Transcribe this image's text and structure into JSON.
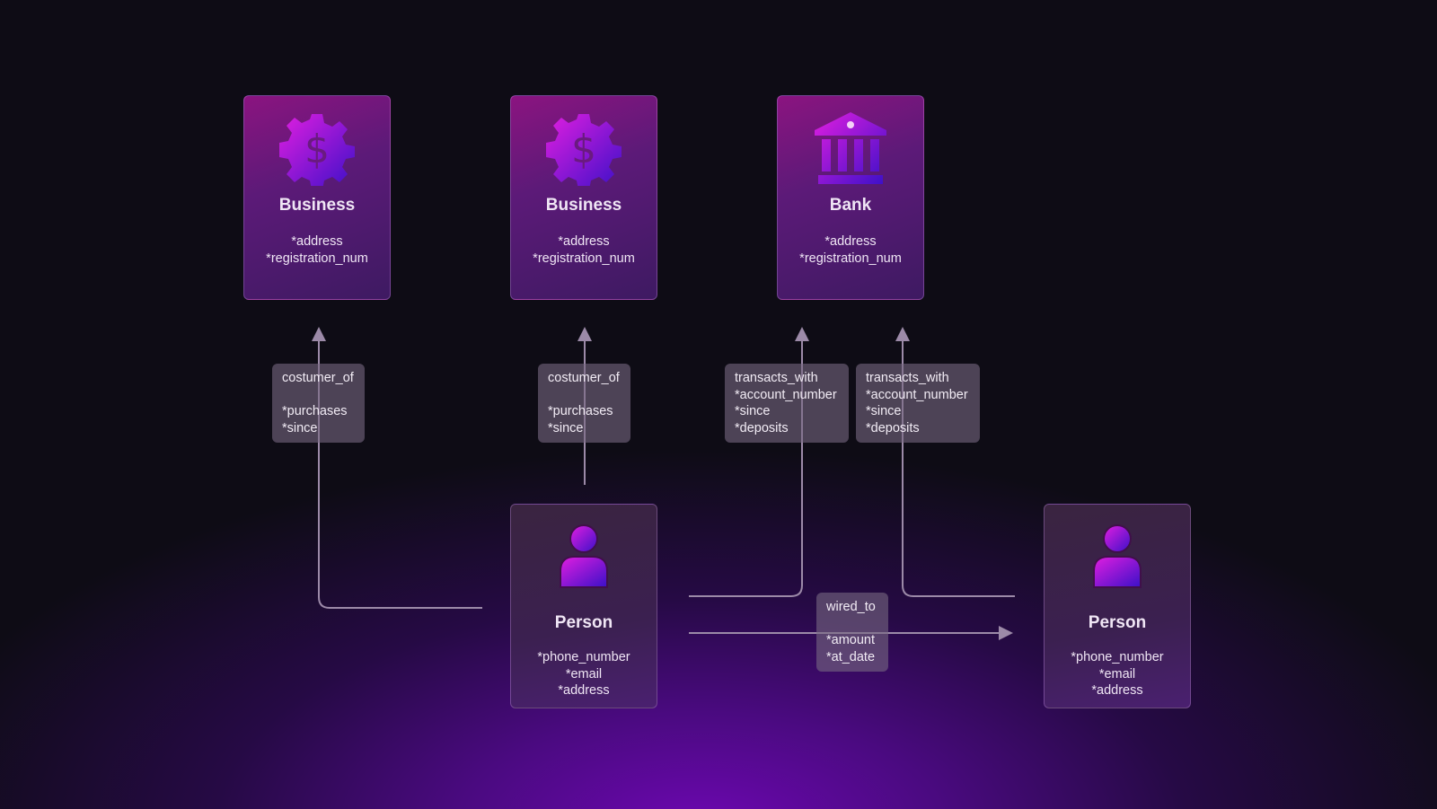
{
  "nodes": [
    {
      "type": "Business",
      "icon": "gear-dollar-icon",
      "props": [
        "*address",
        "*registration_num"
      ]
    },
    {
      "type": "Business",
      "icon": "gear-dollar-icon",
      "props": [
        "*address",
        "*registration_num"
      ]
    },
    {
      "type": "Bank",
      "icon": "bank-icon",
      "props": [
        "*address",
        "*registration_num"
      ]
    },
    {
      "type": "Person",
      "icon": "person-icon",
      "props": [
        "*phone_number",
        "*email",
        "*address"
      ]
    },
    {
      "type": "Person",
      "icon": "person-icon",
      "props": [
        "*phone_number",
        "*email",
        "*address"
      ]
    }
  ],
  "edges": [
    {
      "label": "costumer_of",
      "props": [
        "*purchases",
        "*since"
      ]
    },
    {
      "label": "costumer_of",
      "props": [
        "*purchases",
        "*since"
      ]
    },
    {
      "label": "transacts_with",
      "props": [
        "*account_number",
        "*since",
        "*deposits"
      ]
    },
    {
      "label": "transacts_with",
      "props": [
        "*account_number",
        "*since",
        "*deposits"
      ]
    },
    {
      "label": "wired_to",
      "props": [
        "*amount",
        "*at_date"
      ]
    }
  ],
  "colors": {
    "background": "#0e0c15",
    "glow": "#6c07b0",
    "line": "#9c8aa8",
    "icon": "#c81ed8"
  }
}
